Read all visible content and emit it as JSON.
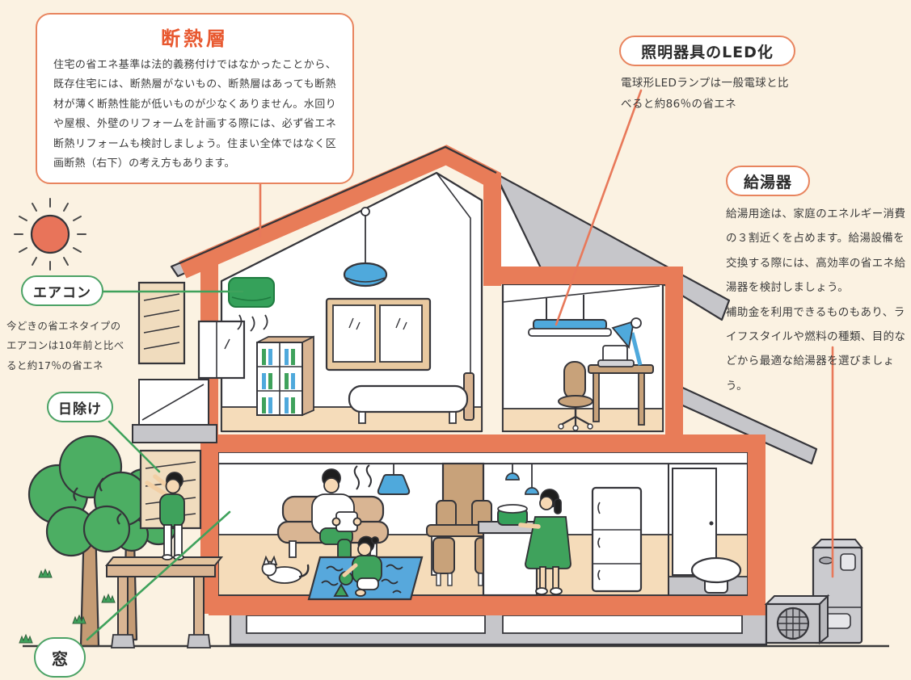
{
  "figure": {
    "background": "#FBF2E2",
    "colors": {
      "insulation_orange": "#E87C58",
      "callout_border_orange": "#E8845E",
      "title_orange": "#E8582F",
      "green": "#3FA25C",
      "blue": "#4FA9DC",
      "roof_gray": "#C6C6CA",
      "floor_beige": "#F5DCBA",
      "wood_tan": "#D9B593",
      "text_dark": "#3B3B3B"
    }
  },
  "callouts": {
    "insulation": {
      "title": "断熱層",
      "body": "住宅の省エネ基準は法的義務付けではなかったことから、既存住宅には、断熱層がないもの、断熱層はあっても断熱材が薄く断熱性能が低いものが少なくありません。水回りや屋根、外壁のリフォームを計画する際には、必ず省エネ断熱リフォームも検討しましょう。住まい全体ではなく区画断熱（右下）の考え方もあります。"
    },
    "led": {
      "label": "照明器具のLED化",
      "body": "電球形LEDランプは一般電球と比べると約86％の省エネ"
    },
    "water_heater": {
      "label": "給湯器",
      "body_1": "給湯用途は、家庭のエネルギー消費の３割近くを占めます。給湯設備を交換する際には、高効率の省エネ給湯器を検討しましょう。",
      "body_2": "補助金を利用できるものもあり、ライフスタイルや燃料の種類、目的などから最適な給湯器を選びましょう。"
    },
    "aircon": {
      "label": "エアコン",
      "body": "今どきの省エネタイプのエアコンは10年前と比べると約17％の省エネ"
    },
    "shade": {
      "label": "日除け"
    },
    "window": {
      "label": "窓"
    }
  }
}
